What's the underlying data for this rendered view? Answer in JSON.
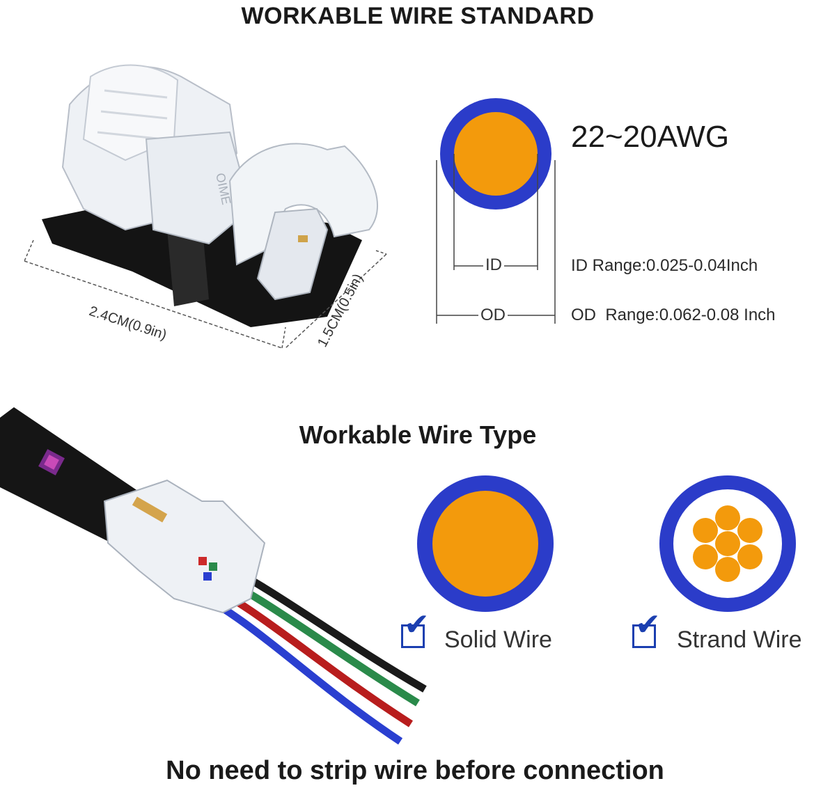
{
  "titles": {
    "top": "WORKABLE WIRE STANDARD",
    "middle": "Workable Wire Type",
    "bottom": "No need to strip wire before connection"
  },
  "gauge": {
    "awg": "22~20AWG",
    "id_label": "ID",
    "od_label": "OD",
    "id_range": "ID Range:0.025-0.04Inch",
    "od_range": "OD  Range:0.062-0.08 Inch"
  },
  "connector": {
    "length": "2.4CM(0.9in)",
    "width": "1.5CM(0.5in)",
    "embossed_text": "OIME"
  },
  "wire_types": [
    {
      "label": "Solid Wire",
      "checked": true
    },
    {
      "label": "Strand Wire",
      "checked": true
    }
  ],
  "colors": {
    "insulation": "#2b3cc9",
    "conductor": "#f39a0c",
    "check": "#1b3fb0"
  }
}
